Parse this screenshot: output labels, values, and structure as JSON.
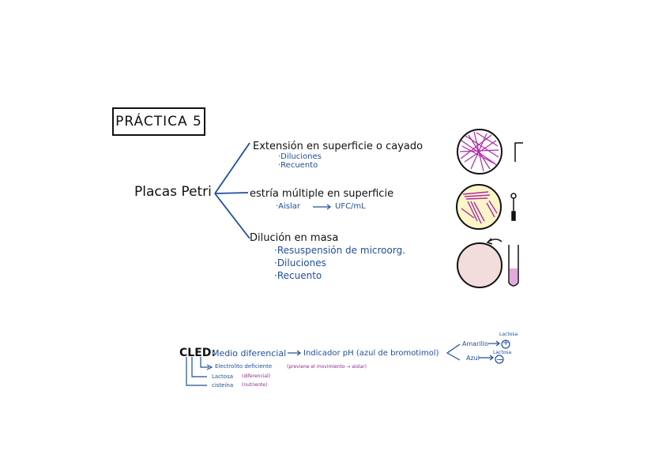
{
  "title": "PRÁCTICA 5",
  "root": "Placas Petri",
  "methods": [
    {
      "heading": "Extensión en superficie o cayado",
      "items": [
        "·Diluciones",
        "·Recuento"
      ]
    },
    {
      "heading": "estría múltiple en superficie",
      "items": [
        "·Aislar",
        "UFC/mL"
      ]
    },
    {
      "heading": "Dilución en masa",
      "items": [
        "·Resuspensión de microorg.",
        "·Diluciones",
        "·Recuento"
      ]
    }
  ],
  "cled": {
    "label": "CLED:",
    "medium": "Medio diferencial",
    "indicator": "Indicador pH (azul de bromotimol)",
    "result_yellow": "Amarillo",
    "result_blue": "Azul",
    "lactose_tag": "Lactosa",
    "plus": "+",
    "minus": "−",
    "sub1_name": "Electrolito deficiente",
    "sub1_note": "(previene el movimiento → aislar)",
    "sub2_name": "Lactosa",
    "sub2_note": "(diferencial)",
    "sub3_name": "cisteína",
    "sub3_note": "(nutriente)"
  },
  "colors": {
    "ink": "#111111",
    "blue": "#1f4e9c",
    "purple": "#8a2a8e",
    "plate_yellow": "#fbf6c8",
    "plate_pink": "#f3dcdc",
    "tube_fill": "#e2a9dc"
  }
}
